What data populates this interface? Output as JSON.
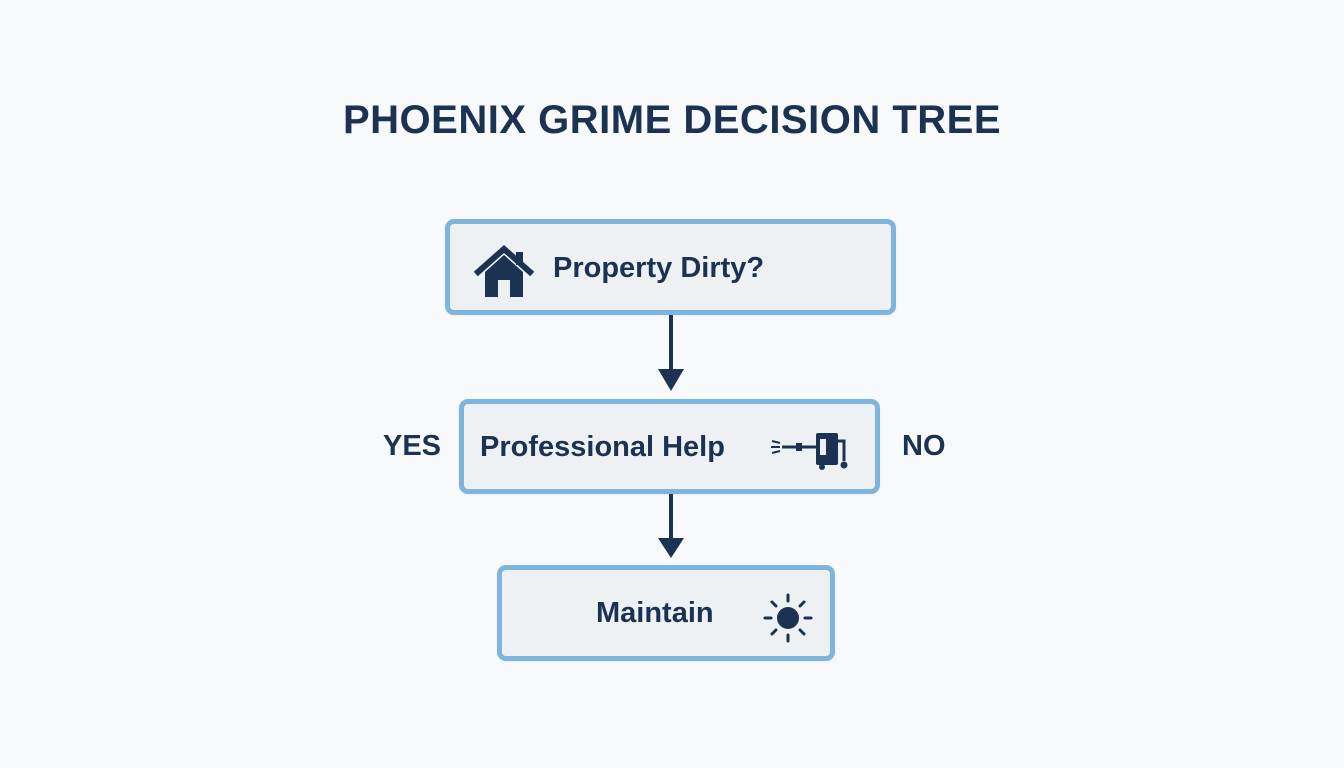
{
  "title": "PHOENIX GRIME DECISION TREE",
  "colors": {
    "background": "#f7f9fb",
    "box_border": "#7db5de",
    "box_fill": "#eef1f4",
    "text": "#1b3252",
    "arrow": "#1b3252"
  },
  "nodes": [
    {
      "label": "Property Dirty?",
      "icon": "house-icon"
    },
    {
      "label": "Professional Help",
      "icon": "pressure-washer-icon"
    },
    {
      "label": "Maintain",
      "icon": "sun-icon"
    }
  ],
  "branch_labels": {
    "yes": "YES",
    "no": "NO"
  }
}
